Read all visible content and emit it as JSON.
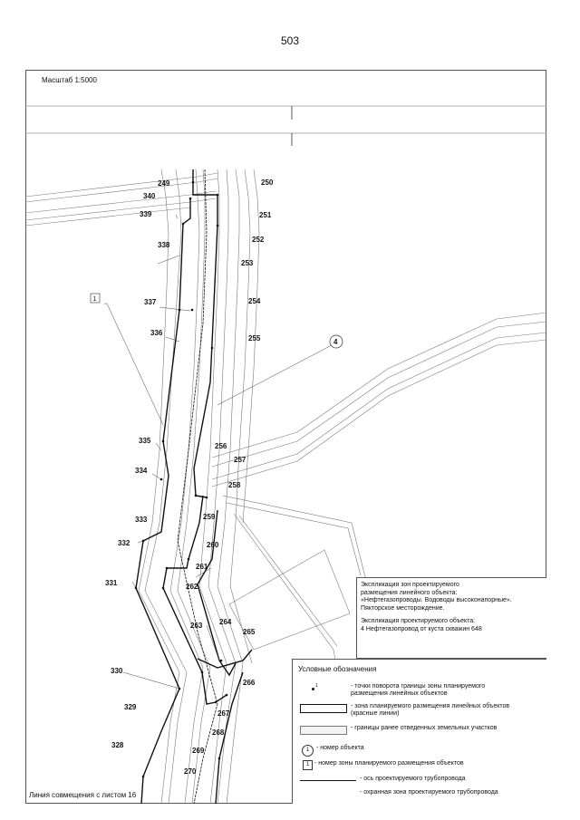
{
  "page_number": "503",
  "scale": "Масштаб 1:5000",
  "join_line": "Линия совмещения с листом 16",
  "object_marker": "4",
  "zone_marker": "1",
  "points": {
    "p249": "249",
    "p250": "250",
    "p251": "251",
    "p252": "252",
    "p253": "253",
    "p254": "254",
    "p255": "255",
    "p256": "256",
    "p257": "257",
    "p258": "258",
    "p259": "259",
    "p260": "260",
    "p261": "261",
    "p262": "262",
    "p263": "263",
    "p264": "264",
    "p265": "265",
    "p266": "266",
    "p267": "267",
    "p268": "268",
    "p269": "269",
    "p270": "270",
    "p328": "328",
    "p329": "329",
    "p330": "330",
    "p331": "331",
    "p332": "332",
    "p333": "333",
    "p334": "334",
    "p335": "335",
    "p336": "336",
    "p337": "337",
    "p338": "338",
    "p339": "339",
    "p340": "340"
  },
  "explication": {
    "title_line1": "Экспликация зон проектируемого",
    "title_line2": "размещения линейного объекта:",
    "title_line3": "«Нефтегазопроводы. Водоводы высоконапорные».",
    "title_line4": "Пякторское месторождение.",
    "objects_title": "Экспликация проектируемого объекта:",
    "object_row": "4    Нефтегазопровод от куста скважин 648"
  },
  "legend": {
    "title": "Условные обозначения",
    "point_symbol": "1",
    "points_line1": "- точки поворота границы зоны планируемого",
    "points_line2": "размещения линейных объектов",
    "zone_line1": "- зона планируемого размещения линейных объектов",
    "zone_line2": "(красные линии)",
    "allotted": "- границы ранее отведенных земельных участков",
    "object_symbol": "1",
    "object_number": "- номер объекта",
    "zone_symbol": "1",
    "zone_number": "- номер зоны планируемого размещения объектов",
    "pipeline_axis": "- ось проектируемого трубопровода",
    "protection_zone": "- охранная зона проектируемого трубопровода"
  }
}
